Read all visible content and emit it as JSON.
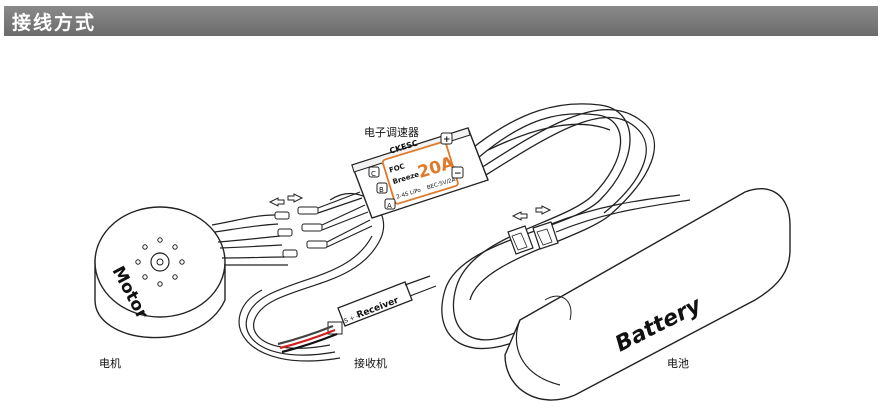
{
  "header": {
    "title": "接线方式"
  },
  "labels": {
    "esc": "电子调速器",
    "motor": "电机",
    "receiver": "接收机",
    "battery": "电池"
  },
  "motor": {
    "text": "Motor"
  },
  "receiver": {
    "text": "Receiver",
    "pins": "S + -"
  },
  "battery": {
    "text": "Battery"
  },
  "esc": {
    "brand": "CKESC",
    "line1": "FOC",
    "line2": "Breeze",
    "rating": "20A",
    "spec_left": "2-4S LiPo",
    "spec_right": "BEC:5V/2A",
    "btn_top": "+",
    "btn_bottom": "−",
    "pad_c": "C",
    "pad_b": "B",
    "pad_a": "A"
  }
}
